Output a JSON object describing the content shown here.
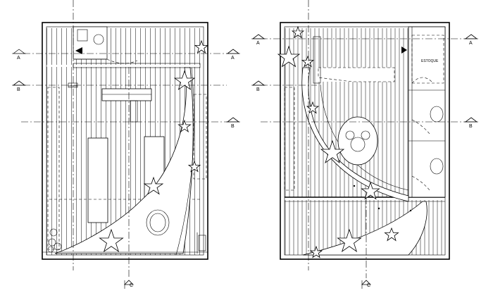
{
  "section_labels": {
    "a": "A",
    "b": "B",
    "c": "C"
  },
  "room_label": "ESTOQUE",
  "icons": {
    "section_marker": "triangle-section-marker-icon",
    "star": "star-icon",
    "mickey": "mickey-mouse-logo-icon",
    "arrow": "direction-arrow-icon",
    "toilet": "toilet-icon",
    "sink": "sink-icon"
  },
  "colors": {
    "line": "#000000",
    "background": "#ffffff"
  }
}
